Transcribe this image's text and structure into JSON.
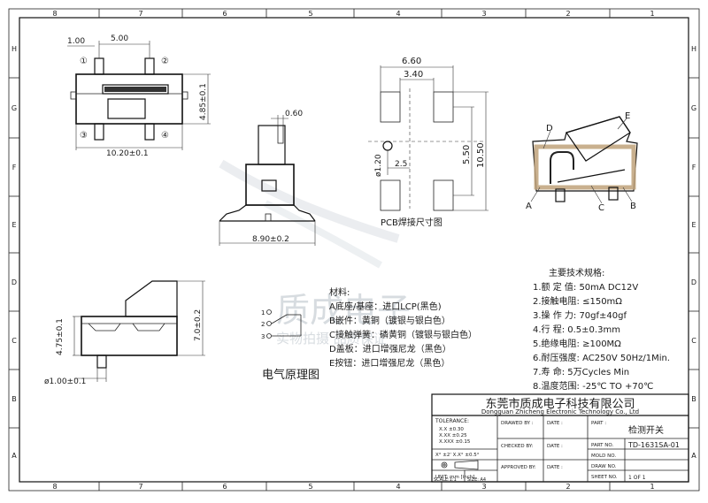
{
  "frame": {
    "columns": [
      "8",
      "7",
      "6",
      "5",
      "4",
      "3",
      "2",
      "1"
    ],
    "rows": [
      "H",
      "G",
      "F",
      "E",
      "D",
      "C",
      "B",
      "A"
    ]
  },
  "top_view": {
    "dims": [
      "1.00",
      "5.00",
      "10.20±0.1",
      "4.85±0.1"
    ],
    "pins": [
      "①",
      "②",
      "③",
      "④"
    ]
  },
  "front_view": {
    "dims": [
      "0.60",
      "8.90±0.2"
    ]
  },
  "pcb": {
    "dims": [
      "6.60",
      "3.40",
      "5.50",
      "10.50",
      "ø1.20",
      "2.5"
    ],
    "caption": "PCB焊接尺寸图"
  },
  "section": {
    "labels": [
      "D",
      "E",
      "A",
      "C",
      "B"
    ]
  },
  "side_view": {
    "dims": [
      "4.75±0.1",
      "7.0±0.2",
      "ø1.00±0.1"
    ]
  },
  "materials": {
    "title": "材料:",
    "items": [
      "A底座/基座：进口LCP(黑色)",
      "B嵌件：黄铜（镀银与银白色）",
      "C接触弹簧：磷黄铜（镀银与银白色）",
      "D盖板：进口增强尼龙（黑色）",
      "E按钮：进口增强尼龙（黑色）"
    ]
  },
  "schematic": {
    "pins": [
      "1",
      "2",
      "3"
    ],
    "caption": "电气原理图"
  },
  "specs": {
    "title": "主要技术规格:",
    "items": [
      "1.额 定 值: 50mA DC12V",
      "2.接触电阻: ≤150mΩ",
      "3.操 作 力: 70gf±40gf",
      "4.行    程: 0.5±0.3mm",
      "5.绝缘电阻: ≥100MΩ",
      "6.耐压强度: AC250V 50Hz/1Min.",
      "7.寿    命: 5万Cycles Min",
      "8.温度范围: -25℃ TO +70℃"
    ]
  },
  "title_block": {
    "company_cn": "东莞市质成电子科技有限公司",
    "company_en": "Dongguan Zhicheng Electronic Technology Co., Ltd",
    "tolerance_title": "TOLERANCE:",
    "tolerance_rows": [
      "X.X    ±0.30",
      "X.XX   ±0.25",
      "X.XXX  ±0.15"
    ],
    "angle_tol": "X° ±2'    X.X° ±0.5°",
    "unit": "UNIT: mm [inch]",
    "scale": "SCALE:1:1",
    "size": "SIZE: A4",
    "drawn_by": "DRAWED BY :",
    "checked_by": "CHECKED BY:",
    "approved_by": "APPROVED BY:",
    "date_label": "DATE :",
    "part_label": "PART :",
    "part_value": "检测开关",
    "part_no_label": "PART NO.",
    "part_no_value": "TD-1631SA-01",
    "mold_no_label": "MOLD NO.",
    "draw_no_label": "DRAW NO.",
    "sheet_no_label": "SHEET NO.",
    "sheet_no_value": "1 OF 1"
  },
  "watermark": {
    "main": "质成电子",
    "sub": "实物拍摄 品质保证"
  }
}
